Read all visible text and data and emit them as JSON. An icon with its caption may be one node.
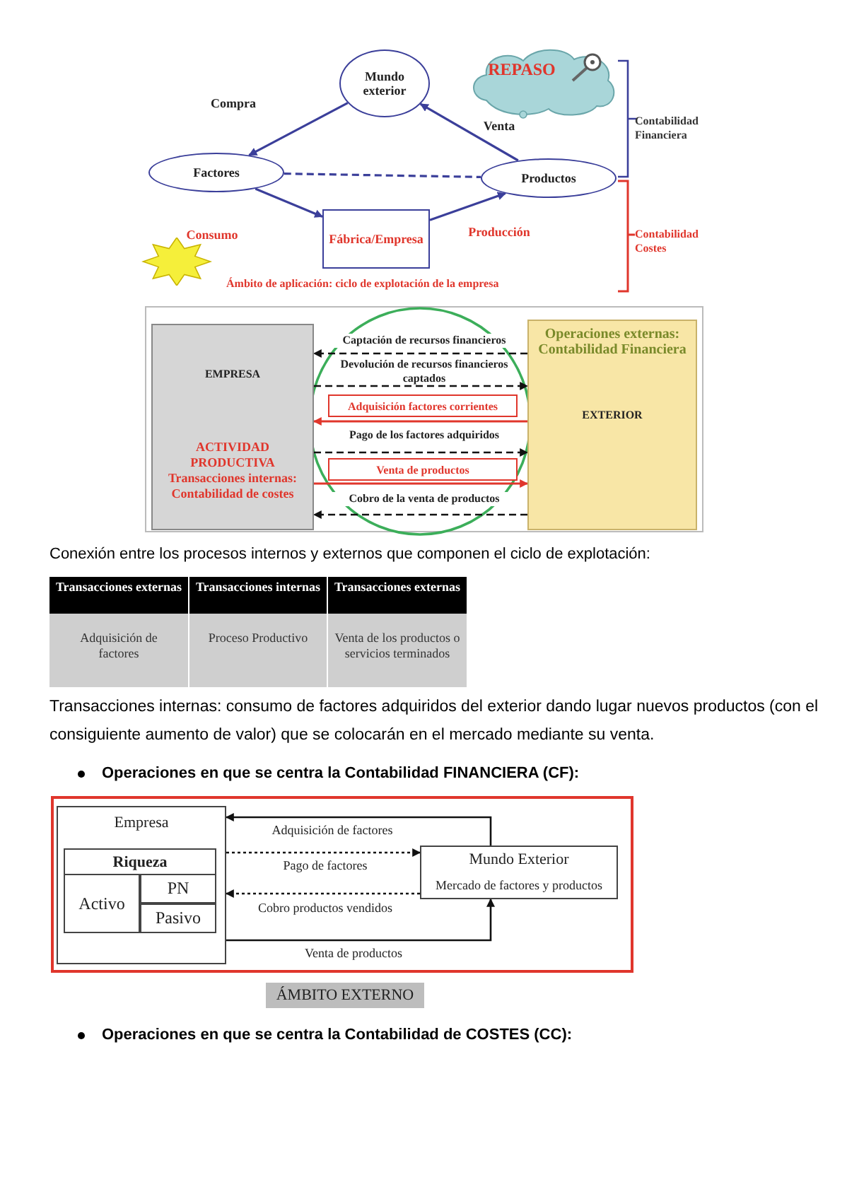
{
  "diagram": {
    "nodes": [
      {
        "text": [
          "Mundo exterior"
        ]
      },
      {
        "text": [
          "REPASO"
        ]
      },
      {
        "text": [
          "Factores"
        ]
      },
      {
        "text": [
          "Productos"
        ]
      },
      {
        "text": [
          "Fábrica/Empresa"
        ]
      },
      {
        "text": [
          "EMPRESA",
          "ACTIVIDAD PRODUCTIVA Transacciones internas: Contabilidad de costes"
        ]
      },
      {
        "text": [
          "Operaciones externas: Contabilidad Financiera",
          "EXTERIOR"
        ]
      },
      {
        "text": [
          "Empresa"
        ]
      },
      {
        "text": [
          "Riqueza"
        ],
        "in": 7
      },
      {
        "text": [
          "Activo"
        ],
        "in": 8
      },
      {
        "text": [
          "PN"
        ],
        "in": 8
      },
      {
        "text": [
          "Pasivo"
        ],
        "in": 8
      },
      {
        "text": [
          "Mundo Exterior",
          "Mercado de factores y productos"
        ]
      }
    ],
    "edges": [
      {
        "from": 0,
        "to": 2,
        "arrow": "to",
        "label": "Compra",
        "color": "#3b3f9a"
      },
      {
        "from": 3,
        "to": 0,
        "arrow": "to",
        "label": "Venta",
        "color": "#3b3f9a"
      },
      {
        "from": 2,
        "to": 3,
        "arrow": "none",
        "style": "dashed",
        "color": "#3b3f9a"
      },
      {
        "from": 2,
        "to": 4,
        "arrow": "to",
        "label": "Consumo",
        "color": "#3b3f9a"
      },
      {
        "from": 4,
        "to": 3,
        "arrow": "to",
        "label": "Producción",
        "color": "#3b3f9a"
      },
      {
        "from": 6,
        "to": 5,
        "arrow": "to",
        "label": "Captación de recursos financieros",
        "style": "dashed"
      },
      {
        "from": 5,
        "to": 6,
        "arrow": "to",
        "label": "Devolución de recursos financieros captados",
        "style": "dashed"
      },
      {
        "from": 6,
        "to": 5,
        "arrow": "to",
        "label": "Adquisición factores corrientes",
        "color": "#e0362c"
      },
      {
        "from": 5,
        "to": 6,
        "arrow": "to",
        "label": "Pago de los factores adquiridos",
        "style": "dashed"
      },
      {
        "from": 5,
        "to": 6,
        "arrow": "to",
        "label": "Venta de productos",
        "color": "#e0362c"
      },
      {
        "from": 6,
        "to": 5,
        "arrow": "to",
        "label": "Cobro de la venta de productos",
        "style": "dashed"
      },
      {
        "from": 12,
        "to": 7,
        "arrow": "to",
        "label": "Adquisición de factores"
      },
      {
        "from": 7,
        "to": 12,
        "arrow": "to",
        "label": "Pago de factores",
        "style": "dashed"
      },
      {
        "from": 12,
        "to": 7,
        "arrow": "to",
        "label": "Cobro productos vendidos",
        "style": "dashed"
      },
      {
        "from": 7,
        "to": 12,
        "arrow": "to",
        "label": "Venta de productos"
      }
    ],
    "labels": [
      "Contabilidad Financiera",
      "Contabilidad Costes",
      "Ámbito de aplicación: ciclo de explotación de la empresa",
      "Conexión entre los procesos internos y externos que componen el ciclo de explotación:",
      "Transacciones externas",
      "Transacciones internas",
      "Transacciones externas",
      "Adquisición de factores",
      "Proceso Productivo",
      "Venta de los productos o servicios terminados",
      "Transacciones internas: consumo de factores adquiridos del exterior dando lugar nuevos productos (con el consiguiente aumento de valor) que se colocarán en el mercado mediante su venta.",
      "Operaciones en que se centra la Contabilidad FINANCIERA (CF):",
      "ÁMBITO EXTERNO",
      "Operaciones en que se centra la Contabilidad de COSTES (CC):"
    ]
  }
}
